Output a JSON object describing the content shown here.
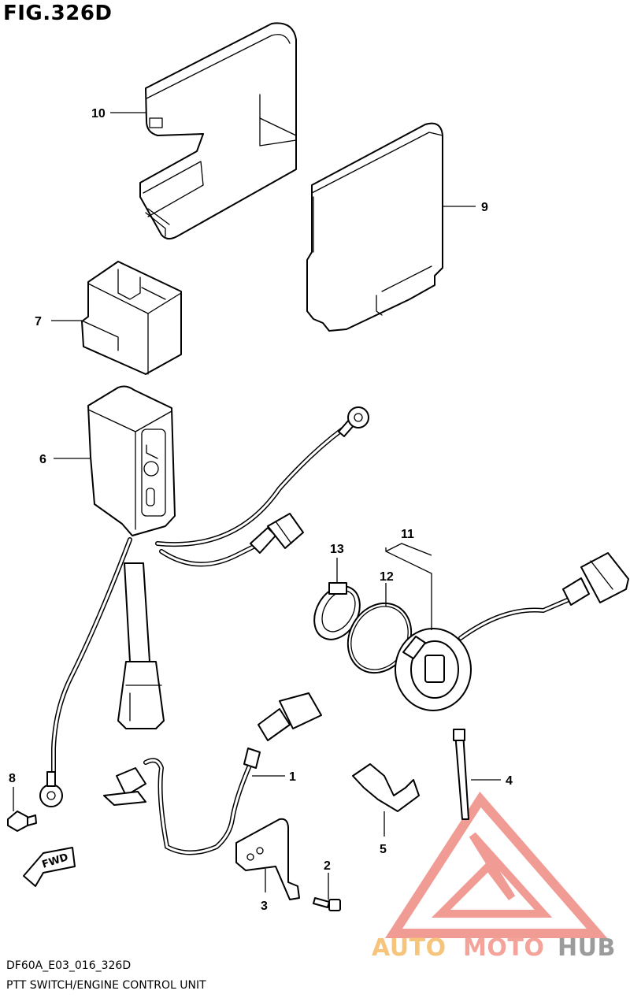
{
  "figure": {
    "title": "FIG.326D",
    "code": "DF60A_E03_016_326D",
    "caption": "PTT SWITCH/ENGINE CONTROL UNIT"
  },
  "callouts": {
    "c1": "1",
    "c2": "2",
    "c3": "3",
    "c4": "4",
    "c5": "5",
    "c6": "6",
    "c7": "7",
    "c8": "8",
    "c9": "9",
    "c10": "10",
    "c11": "11",
    "c12": "12",
    "c13": "13"
  },
  "fwd_label": "FWD",
  "watermark": {
    "text_part1": "AUTO",
    "text_part2": "MOTO",
    "text_part3": "HUB",
    "color_part1": "#f6c47a",
    "color_part2": "#f3a39a",
    "color_part3": "#9b9b9b",
    "logo_color": "#ef8a82"
  }
}
